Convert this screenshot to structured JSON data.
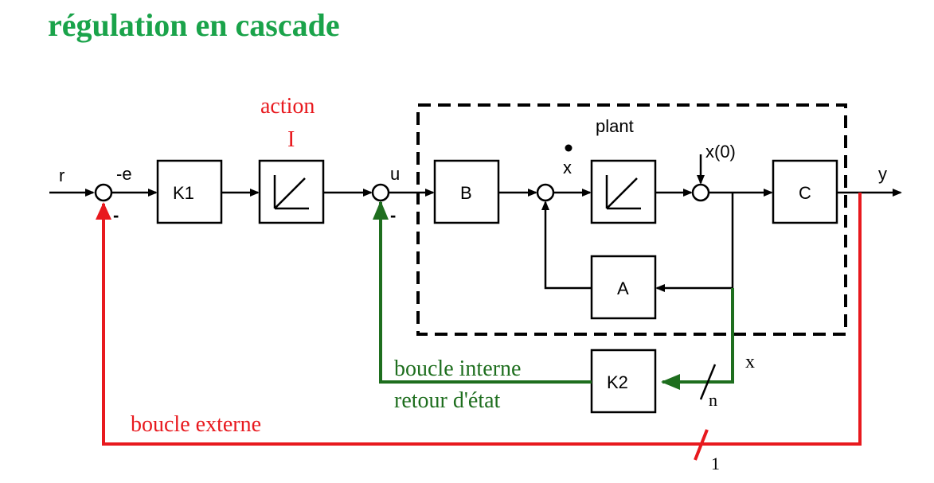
{
  "title": "régulation en cascade",
  "colors": {
    "title": "#1aa34a",
    "outer_loop": "#e8191e",
    "inner_loop": "#1e6e1e",
    "block": "#000000"
  },
  "labels": {
    "r": "r",
    "minus_e": "-e",
    "u": "u",
    "y": "y",
    "x_dot": "x",
    "x0": "x(0)",
    "plant": "plant",
    "x_state": "x",
    "n": "n",
    "one": "1",
    "minus_outer": "-",
    "minus_inner": "-",
    "action": "action",
    "action_I": "I",
    "inner_loop_1": "boucle interne",
    "inner_loop_2": "retour d'état",
    "outer_loop": "boucle externe"
  },
  "blocks": {
    "K1": "K1",
    "B": "B",
    "C": "C",
    "A": "A",
    "K2": "K2"
  }
}
